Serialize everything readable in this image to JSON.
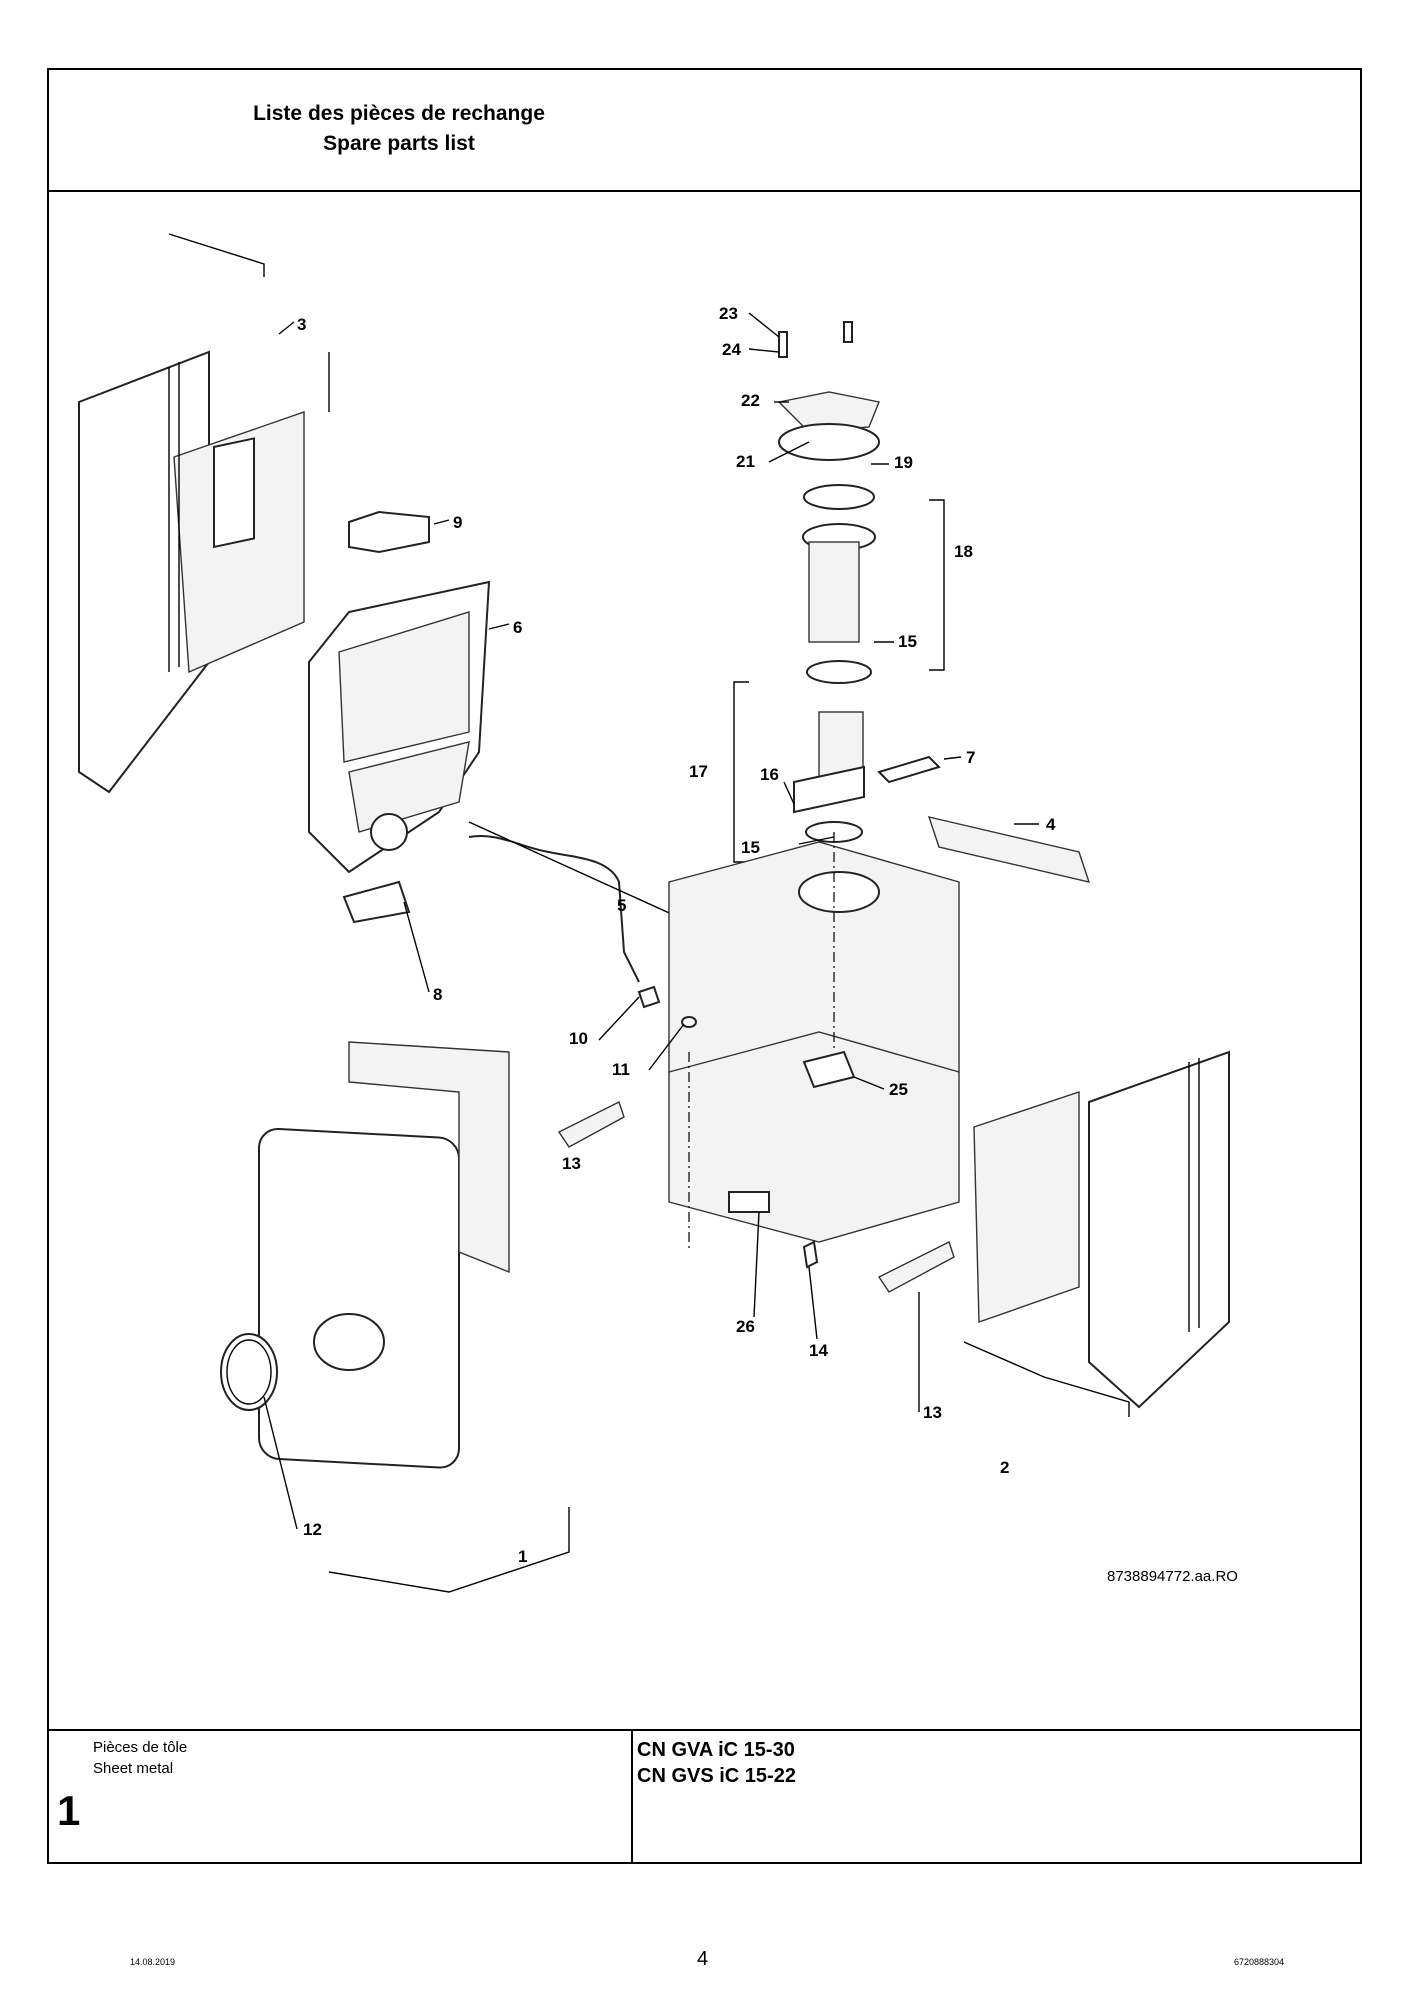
{
  "header": {
    "title_fr": "Liste des pièces de rechange",
    "title_en": "Spare parts list"
  },
  "diagram": {
    "reference": "8738894772.aa.RO",
    "callouts": [
      "1",
      "2",
      "3",
      "4",
      "5",
      "6",
      "7",
      "8",
      "9",
      "10",
      "11",
      "12",
      "13",
      "13",
      "14",
      "15",
      "15",
      "16",
      "17",
      "18",
      "19",
      "21",
      "22",
      "23",
      "24",
      "25",
      "26"
    ]
  },
  "footer": {
    "section_number": "1",
    "section_name_fr": "Pièces de tôle",
    "section_name_en": "Sheet metal",
    "model_1": "CN GVA iC 15-30",
    "model_2": "CN GVS iC 15-22"
  },
  "page": {
    "date": "14.08.2019",
    "number": "4",
    "doc_code": "6720888304"
  }
}
